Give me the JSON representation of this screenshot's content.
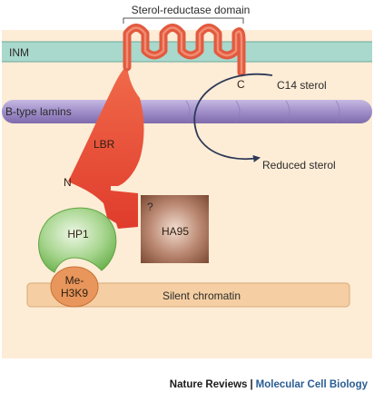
{
  "labels": {
    "domain": "Sterol-reductase domain",
    "inm": "INM",
    "c_terminus": "C",
    "c14_sterol": "C14 sterol",
    "lamins": "B-type lamins",
    "lbr": "LBR",
    "n_terminus": "N",
    "reduced_sterol": "Reduced sterol",
    "question": "?",
    "ha95": "HA95",
    "hp1": "HP1",
    "me_line1": "Me-",
    "me_line2": "H3K9",
    "chromatin": "Silent chromatin"
  },
  "credit": {
    "publisher": "Nature Reviews",
    "separator": "|",
    "journal": "Molecular Cell Biology"
  },
  "colors": {
    "background": "#fdecd6",
    "inner_nuclear_membrane": "#a9d8cc",
    "lbr_protein": "#e8513a",
    "lamin": "#a897cc",
    "ha95": "#8b5a42",
    "hp1": "#7cbf5e",
    "me_h3k9": "#e8965c",
    "chromatin": "#f5cfa3",
    "journal_text": "#2a5d93"
  }
}
